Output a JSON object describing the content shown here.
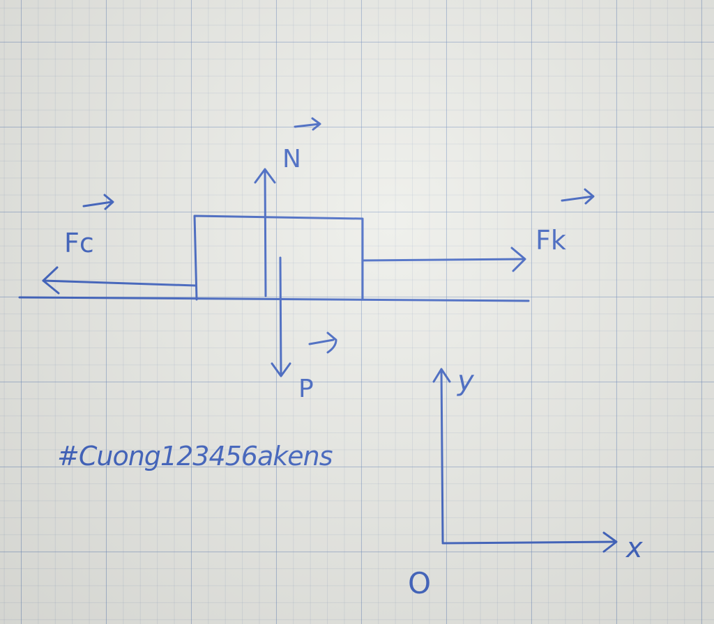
{
  "ink_color": "#3a5fc0",
  "paper_color": "#ecede8",
  "labels": {
    "normal_force": "N",
    "friction_force": "Fc",
    "pulling_force": "Fk",
    "weight": "P",
    "axis_y": "y",
    "axis_x": "x",
    "origin": "O",
    "watermark": "#Cuong123456akens"
  }
}
